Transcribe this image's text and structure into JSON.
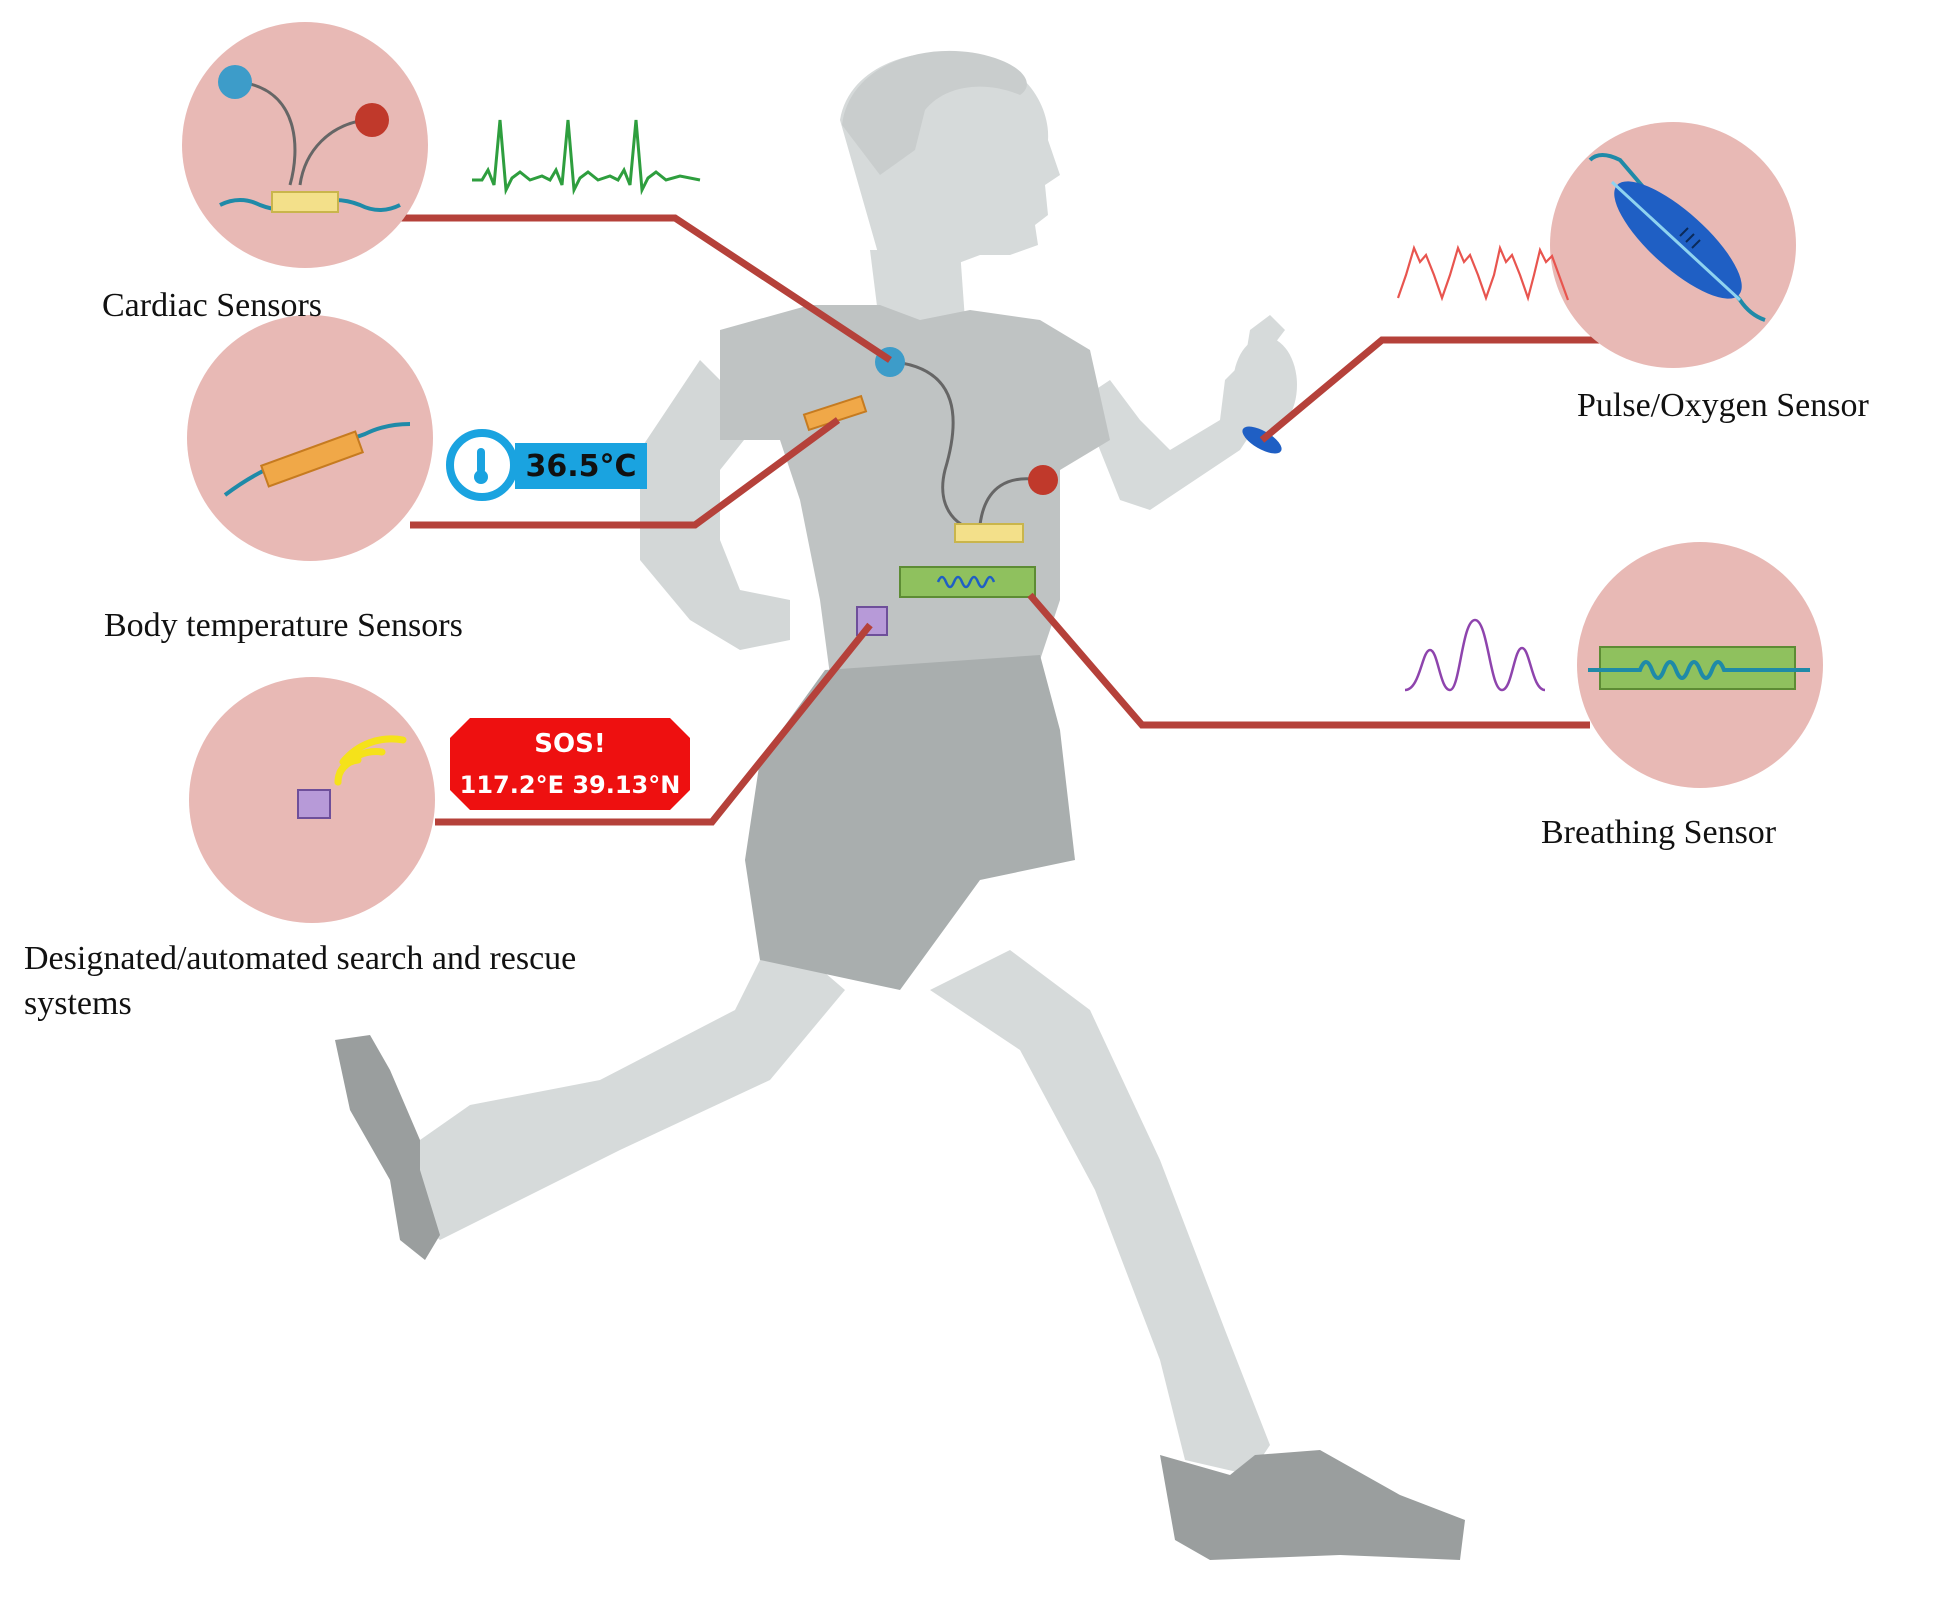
{
  "labels": {
    "cardiac": "Cardiac Sensors",
    "temperature": "Body temperature Sensors",
    "sos_system": "Designated/automated search and rescue systems",
    "pulse_oxygen": "Pulse/Oxygen Sensor",
    "breathing": "Breathing Sensor"
  },
  "readouts": {
    "temperature_value": "36.5°C",
    "sos_title": "SOS!",
    "sos_coordinates": "117.2°E 39.13°N"
  },
  "colors": {
    "bubble": "#e8b9b5",
    "connector": "#b5413a",
    "body": "#d7dbdb",
    "shirt": "#bfc3c3",
    "shorts": "#a8adad",
    "shoes": "#9a9e9e",
    "electrode_blue": "#3d9cc9",
    "electrode_red": "#c0392b",
    "sensor_yellow": "#f3e08a",
    "sensor_orange": "#f0a848",
    "sensor_green": "#8fc15e",
    "gps_purple": "#b79ad8",
    "ecg_green": "#2e9e3e",
    "ppg_red": "#e8554f",
    "breath_purple": "#8e44ad",
    "sos_red": "#ee1010",
    "temp_badge": "#1aa3e0",
    "signal_yellow": "#f5e21a",
    "pulse_device_blue": "#1f5fc4"
  },
  "icons": [
    "thermometer-icon",
    "wireless-signal-icon"
  ]
}
